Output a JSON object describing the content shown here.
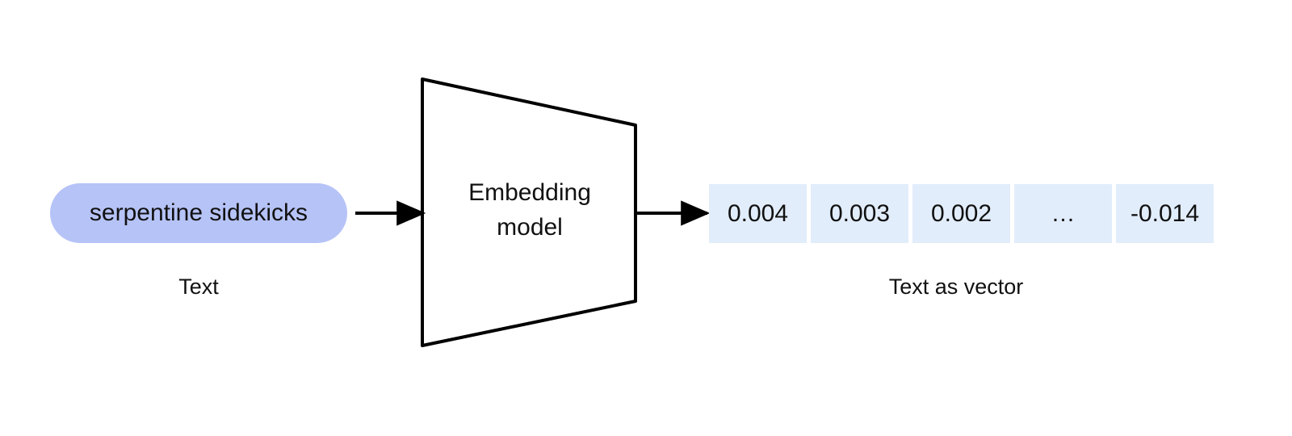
{
  "diagram": {
    "background_color": "#ffffff",
    "input": {
      "text": "serpentine sidekicks",
      "pill_color": "#B6C3F7",
      "caption": "Text"
    },
    "model": {
      "label_line1": "Embedding",
      "label_line2": "model",
      "shape": "trapezoid",
      "stroke_color": "#000000"
    },
    "output": {
      "caption": "Text as vector",
      "cell_color": "#E2EDFB",
      "cells": [
        {
          "value": "0.004",
          "kind": "number"
        },
        {
          "value": "0.003",
          "kind": "number"
        },
        {
          "value": "0.002",
          "kind": "number"
        },
        {
          "value": "…",
          "kind": "ellipsis"
        },
        {
          "value": "-0.014",
          "kind": "number"
        }
      ]
    },
    "arrows": [
      {
        "name": "text-to-model",
        "from": "input-pill",
        "to": "embedding-model"
      },
      {
        "name": "model-to-vector",
        "from": "embedding-model",
        "to": "vector-strip"
      }
    ]
  }
}
